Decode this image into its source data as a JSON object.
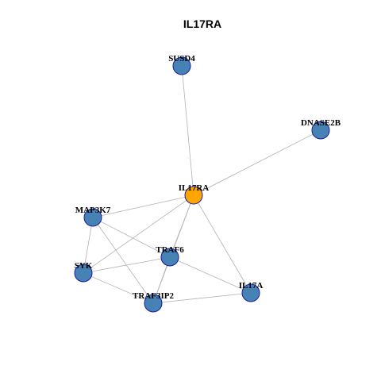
{
  "title": "IL17RA",
  "colors": {
    "focus_node": "#FFA500",
    "node": "#4682B4",
    "node_border": "#1A1AA6",
    "edge": "#B3B3B3"
  },
  "nodes": [
    {
      "id": "IL17RA",
      "label": "IL17RA",
      "focus": true
    },
    {
      "id": "SUSD4",
      "label": "SUSD4",
      "focus": false
    },
    {
      "id": "DNASE2B",
      "label": "DNASE2B",
      "focus": false
    },
    {
      "id": "MAP3K7",
      "label": "MAP3K7",
      "focus": false
    },
    {
      "id": "TRAF6",
      "label": "TRAF6",
      "focus": false
    },
    {
      "id": "SYK",
      "label": "SYK",
      "focus": false
    },
    {
      "id": "IL17A",
      "label": "IL17A",
      "focus": false
    },
    {
      "id": "TRAF3IP2",
      "label": "TRAF3IP2",
      "focus": false
    }
  ],
  "edges": [
    [
      "IL17RA",
      "SUSD4"
    ],
    [
      "IL17RA",
      "DNASE2B"
    ],
    [
      "IL17RA",
      "MAP3K7"
    ],
    [
      "IL17RA",
      "TRAF6"
    ],
    [
      "IL17RA",
      "SYK"
    ],
    [
      "IL17RA",
      "IL17A"
    ],
    [
      "IL17RA",
      "TRAF3IP2"
    ],
    [
      "MAP3K7",
      "TRAF6"
    ],
    [
      "MAP3K7",
      "SYK"
    ],
    [
      "MAP3K7",
      "TRAF3IP2"
    ],
    [
      "TRAF6",
      "SYK"
    ],
    [
      "TRAF6",
      "IL17A"
    ],
    [
      "TRAF6",
      "TRAF3IP2"
    ],
    [
      "SYK",
      "TRAF3IP2"
    ],
    [
      "TRAF3IP2",
      "IL17A"
    ]
  ]
}
